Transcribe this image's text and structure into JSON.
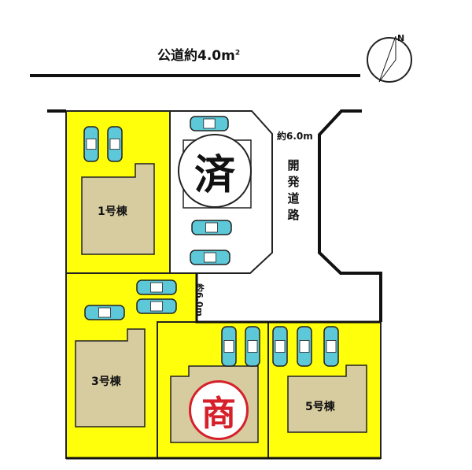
{
  "road": {
    "label": "公道約4.0m",
    "unit_sup": "2"
  },
  "development_road": {
    "label": "開発道路",
    "width": "約6.0m"
  },
  "lane": {
    "width": "約6.0m"
  },
  "compass": {
    "letter": "N"
  },
  "badges": {
    "sold": "済",
    "commercial": "商"
  },
  "lots": [
    {
      "label": "1号棟"
    },
    {
      "label": "3号棟"
    },
    {
      "label": "5号棟"
    }
  ],
  "colors": {
    "lot_fill": "#ffff0b",
    "building_fill": "#d7cca0",
    "car_fill": "#5cc8d8",
    "outline": "#222222",
    "commercial_red": "#d6202a"
  }
}
